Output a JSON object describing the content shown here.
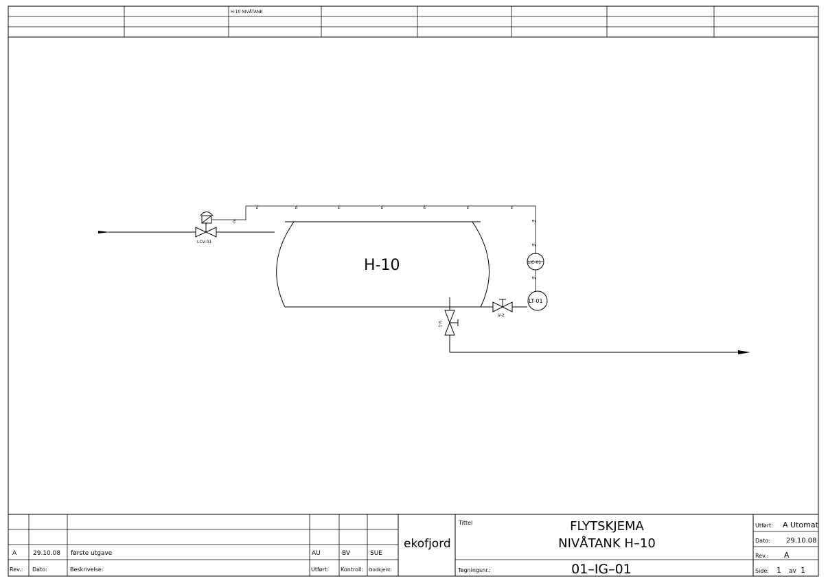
{
  "top_strip": {
    "title": "H-10  NIVÅTANK"
  },
  "diagram": {
    "tank_label": "H-10",
    "valves": {
      "control_valve": "LCV-01",
      "drain_valve": "V-1",
      "instrument_valve": "V-2"
    },
    "instruments": {
      "controller": "LIC-01",
      "transmitter": "LT-01"
    },
    "signal_mark": "E"
  },
  "revision_block": {
    "row": {
      "rev": "A",
      "date": "29.10.08",
      "description": "første utgave",
      "made": "AU",
      "checked": "BV",
      "approved": "SUE"
    },
    "headers": {
      "rev": "Rev.:",
      "date": "Dato:",
      "description": "Beskrivelse:",
      "made": "Utført:",
      "checked": "Kontroll:",
      "approved": "Godkjent:"
    }
  },
  "title_block": {
    "company": "ekofjord",
    "title_label": "Tittel",
    "title_line1": "FLYTSKJEMA",
    "title_line2": "NIVÅTANK  H–10",
    "drawing_no_label": "Tegningsnr.:",
    "drawing_no": "01–IG–01",
    "made_label": "Utført:",
    "made_by": "A Utomat",
    "date_label": "Dato:",
    "date": "29.10.08",
    "rev_label": "Rev.:",
    "rev": "A",
    "page_label": "Side:",
    "page": "1",
    "page_of": "av",
    "page_total": "1"
  },
  "colors": {
    "ink": "#000000",
    "paper": "#ffffff"
  }
}
